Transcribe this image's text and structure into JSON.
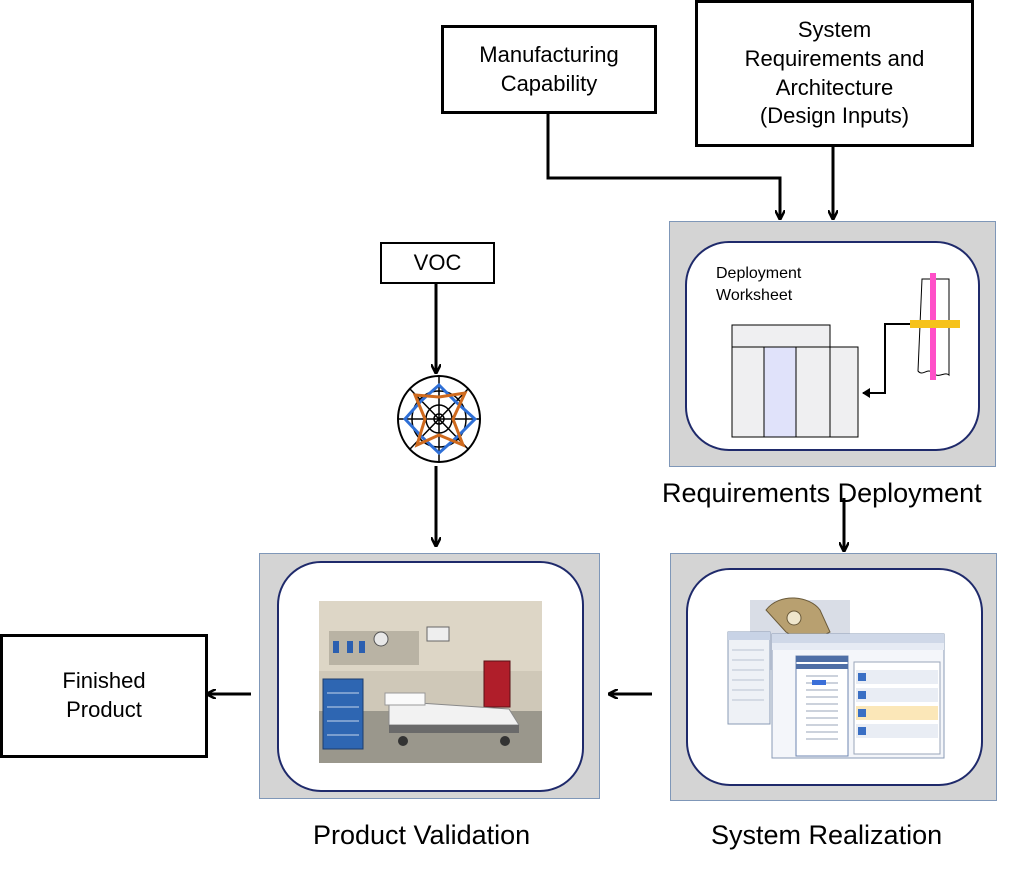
{
  "boxes": {
    "manufacturing": "Manufacturing\nCapability",
    "system_requirements": "System\nRequirements  and\nArchitecture\n(Design Inputs)",
    "voc": "VOC",
    "finished_product": "Finished\nProduct"
  },
  "panels": {
    "requirements_deployment": {
      "caption": "Requirements Deployment",
      "worksheet_label_line1": "Deployment",
      "worksheet_label_line2": "Worksheet"
    },
    "system_realization": {
      "caption": "System Realization"
    },
    "product_validation": {
      "caption": "Product Validation"
    }
  },
  "colors": {
    "panel_bg": "#d4d4d4",
    "inner_border": "#1f2a6b",
    "radar_blue": "#2e6fd6",
    "radar_orange": "#cf6a1e",
    "pink_bar": "#ff4fc8",
    "yellow_bar": "#f6c21b"
  }
}
